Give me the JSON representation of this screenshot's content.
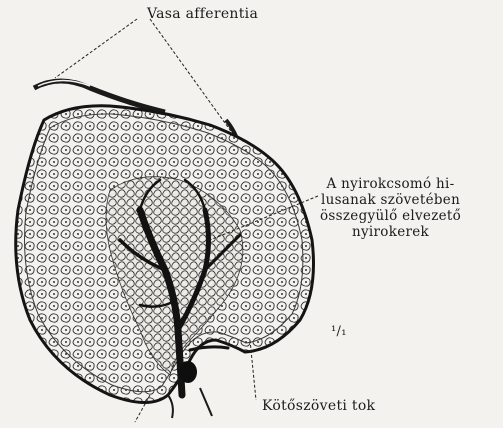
{
  "labels": {
    "vasa_afferentia": "Vasa afferentia",
    "hilus_lines": [
      "A nyirokcsomó hi-",
      "lusanak szövetében",
      "összegyülő elvezető",
      "nyirokerek"
    ],
    "scale": "¹/₁",
    "capsule": "Kötőszöveti tok"
  }
}
